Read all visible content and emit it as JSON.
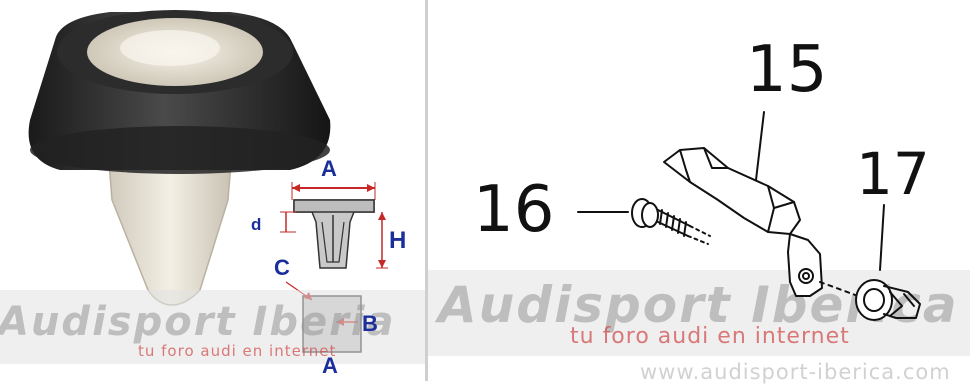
{
  "left_panel": {
    "dimensions": {
      "a_top": "A",
      "d": "d",
      "h": "H",
      "c": "C",
      "b": "B",
      "a_bottom": "A"
    },
    "watermark": {
      "main": "Audisport Iberia",
      "sub": "tu foro audi en internet"
    }
  },
  "right_panel": {
    "callouts": {
      "part_15": "15",
      "part_16": "16",
      "part_17": "17"
    },
    "watermark": {
      "main": "Audisport Iberica",
      "sub": "tu foro audi en internet",
      "url": "www.audisport-iberica.com"
    }
  },
  "colors": {
    "dimension_blue": "#1a2f9c",
    "dimension_red": "#c62828",
    "watermark_red": "#d25050",
    "clip_dark": "#2b2b2b",
    "clip_light": "#ece7da"
  }
}
